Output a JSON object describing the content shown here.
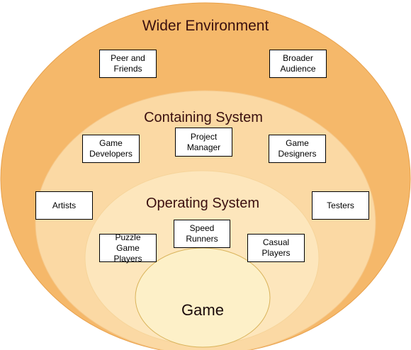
{
  "colors": {
    "outer_fill": "#f5b86a",
    "outer_stroke": "#e8a04a",
    "middle_fill": "#fbd9a4",
    "middle_stroke": "#f5c88a",
    "inner_fill": "#fde6bc",
    "inner_stroke": "#f6d49a",
    "core_fill": "#fdf0c8",
    "core_stroke": "#d9b35a",
    "label_text": "#3a0f0f"
  },
  "rings": {
    "wider_environment": "Wider Environment",
    "containing_system": "Containing System",
    "operating_system": "Operating System",
    "game": "Game"
  },
  "stakeholders": {
    "peer_and_friends": "Peer and\nFriends",
    "broader_audience": "Broader\nAudience",
    "project_manager": "Project\nManager",
    "game_developers": "Game\nDevelopers",
    "game_designers": "Game\nDesigners",
    "artists": "Artists",
    "testers": "Testers",
    "speed_runners": "Speed\nRunners",
    "puzzle_game_players": "Puzzle Game\nPlayers",
    "casual_players": "Casual\nPlayers"
  }
}
